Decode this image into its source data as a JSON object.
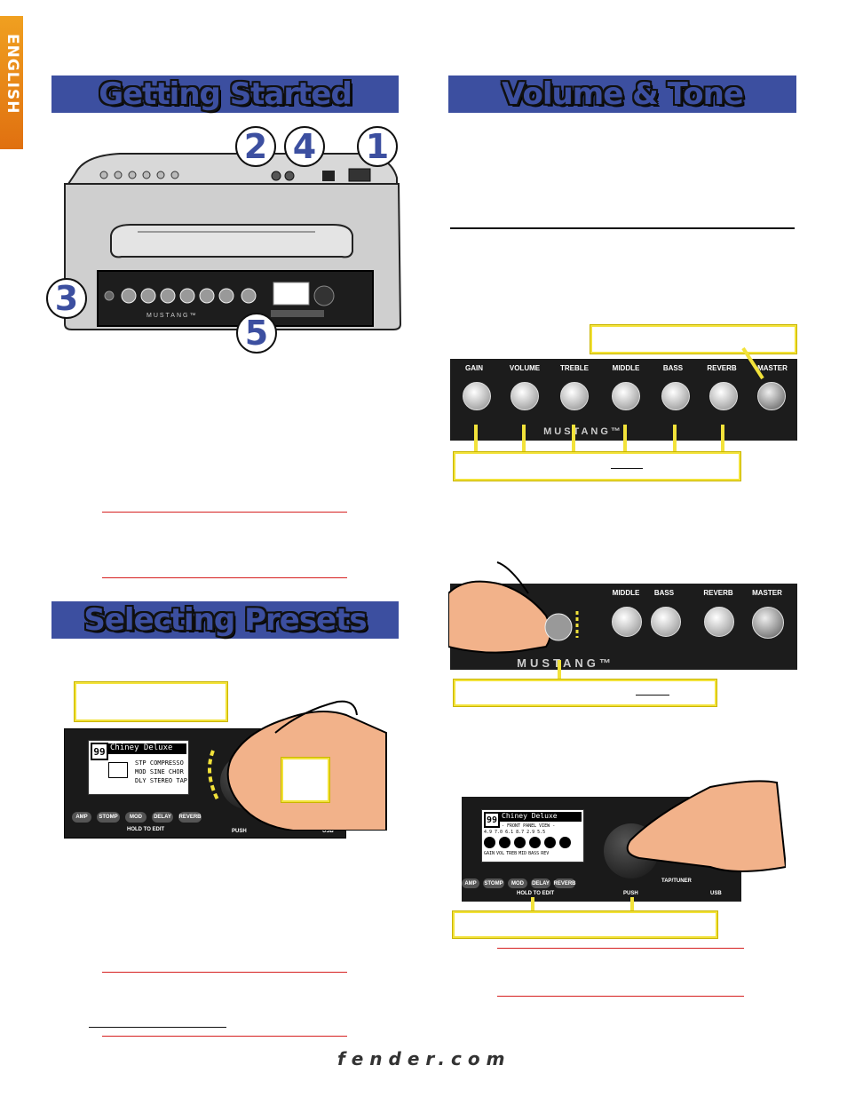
{
  "language_tab": "ENGLISH",
  "sections": {
    "getting_started": "Getting Started",
    "volume_tone": "Volume & Tone",
    "selecting_presets": "Selecting Presets"
  },
  "amp_callouts": [
    "1",
    "2",
    "3",
    "4",
    "5"
  ],
  "amp_brand": "MUSTANG™",
  "knob_labels": [
    "GAIN",
    "VOLUME",
    "TREBLE",
    "MIDDLE",
    "BASS",
    "REVERB",
    "MASTER"
  ],
  "preset_display": {
    "number": "99",
    "name": "Chiney Deluxe",
    "lines": [
      "STP COMPRESSO",
      "MOD SINE CHOR",
      "DLY STEREO TAP"
    ]
  },
  "front_panel_display": {
    "number": "99",
    "name": "Chiney Deluxe",
    "subtitle": "- FRONT PANEL VIEW -",
    "values": [
      "4.9",
      "7.0",
      "6.1",
      "8.7",
      "2.9",
      "5.5"
    ],
    "labels": [
      "GAIN",
      "VOL",
      "TREB",
      "MID",
      "BASS",
      "REV"
    ]
  },
  "buttons": [
    "AMP",
    "STOMP",
    "MOD",
    "DELAY",
    "REVERB"
  ],
  "hold_to_edit": "HOLD TO EDIT",
  "push_label": "PUSH",
  "usb_label": "USB",
  "tap_label": "TAP/TUNER",
  "footer": "fender.com"
}
